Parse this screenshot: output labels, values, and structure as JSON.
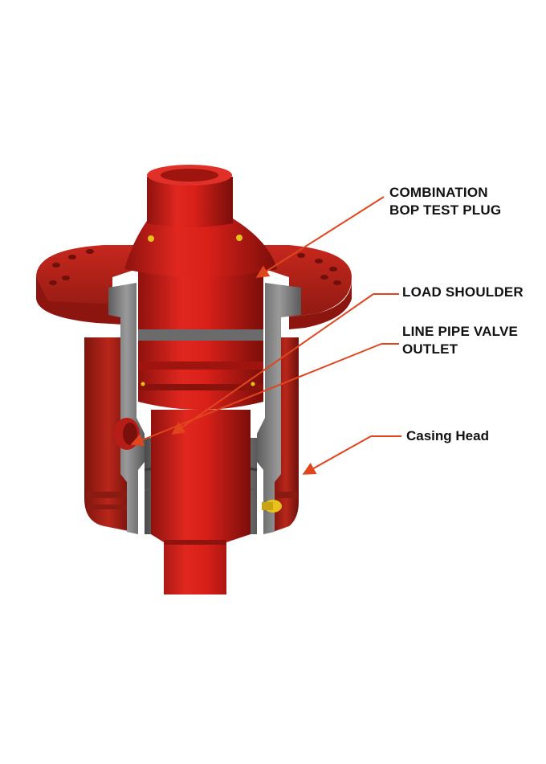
{
  "callouts": {
    "combination_bop_test_plug": {
      "line1": "COMBINATION",
      "line2": "BOP TEST PLUG"
    },
    "load_shoulder": {
      "line1": "LOAD SHOULDER"
    },
    "line_pipe_valve_outlet": {
      "line1": "LINE PIPE VALVE",
      "line2": "OUTLET"
    },
    "casing_head": {
      "line1": "Casing Head"
    }
  },
  "colors": {
    "body_red": "#d61f1a",
    "dark_red": "#9c1410",
    "casing_red": "#b52317",
    "steel_gray": "#7d7d7d",
    "callout_arrow": "#e0451e",
    "port_yellow": "#e8c21a"
  }
}
